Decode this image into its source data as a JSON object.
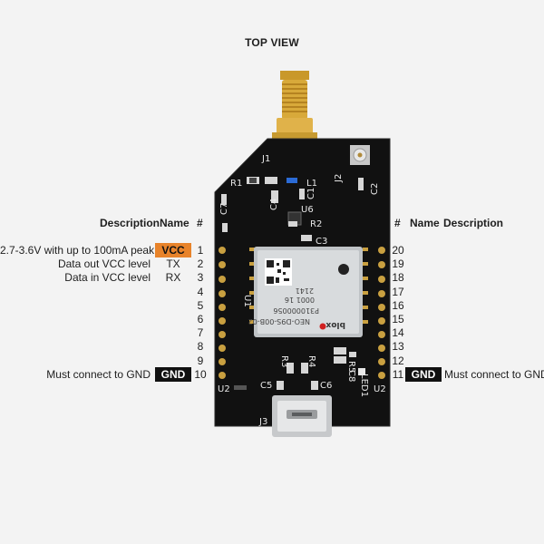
{
  "title": "TOP VIEW",
  "headers": {
    "left": {
      "description": "Description",
      "name": "Name",
      "num": "#"
    },
    "right": {
      "num": "#",
      "name": "Name",
      "description": "Description"
    }
  },
  "left_pins": [
    {
      "num": "1",
      "name": "VCC",
      "description": "2.7-3.6V with up to 100mA peak",
      "style": "vcc"
    },
    {
      "num": "2",
      "name": "TX",
      "description": "Data out VCC level",
      "style": ""
    },
    {
      "num": "3",
      "name": "RX",
      "description": "Data in VCC level",
      "style": ""
    },
    {
      "num": "4",
      "name": "",
      "description": "",
      "style": ""
    },
    {
      "num": "5",
      "name": "",
      "description": "",
      "style": ""
    },
    {
      "num": "6",
      "name": "",
      "description": "",
      "style": ""
    },
    {
      "num": "7",
      "name": "",
      "description": "",
      "style": ""
    },
    {
      "num": "8",
      "name": "",
      "description": "",
      "style": ""
    },
    {
      "num": "9",
      "name": "",
      "description": "",
      "style": ""
    },
    {
      "num": "10",
      "name": "GND",
      "description": "Must connect to GND",
      "style": "gnd"
    }
  ],
  "right_pins": [
    {
      "num": "20",
      "name": "",
      "description": "",
      "style": ""
    },
    {
      "num": "19",
      "name": "",
      "description": "",
      "style": ""
    },
    {
      "num": "18",
      "name": "",
      "description": "",
      "style": ""
    },
    {
      "num": "17",
      "name": "",
      "description": "",
      "style": ""
    },
    {
      "num": "16",
      "name": "",
      "description": "",
      "style": ""
    },
    {
      "num": "15",
      "name": "",
      "description": "",
      "style": ""
    },
    {
      "num": "14",
      "name": "",
      "description": "",
      "style": ""
    },
    {
      "num": "13",
      "name": "",
      "description": "",
      "style": ""
    },
    {
      "num": "12",
      "name": "",
      "description": "",
      "style": ""
    },
    {
      "num": "11",
      "name": "GND",
      "description": "Must connect to GND",
      "style": "gnd"
    }
  ],
  "silkscreen": {
    "j1": "J1",
    "j2": "J2",
    "j3": "J3",
    "r1": "R1",
    "r2": "R2",
    "r3": "R3",
    "r4": "R4",
    "r5": "R5",
    "c1": "C1",
    "c2": "C2",
    "c3": "C3",
    "c4": "C4",
    "c5": "C5",
    "c6": "C6",
    "c7": "C7",
    "c8": "C8",
    "u1": "U1",
    "u2a": "U2",
    "u2b": "U2",
    "u6": "U6",
    "l1": "L1",
    "led1": "LED1"
  },
  "module": {
    "brand": "blox",
    "model": "NEO-D9S-00B-02",
    "serial": "P310000056",
    "code": "0001 16",
    "date": "2141"
  },
  "colors": {
    "board": "#111111",
    "vcc": "#e8832a",
    "gnd": "#111111",
    "gold": "#d4a22b"
  }
}
